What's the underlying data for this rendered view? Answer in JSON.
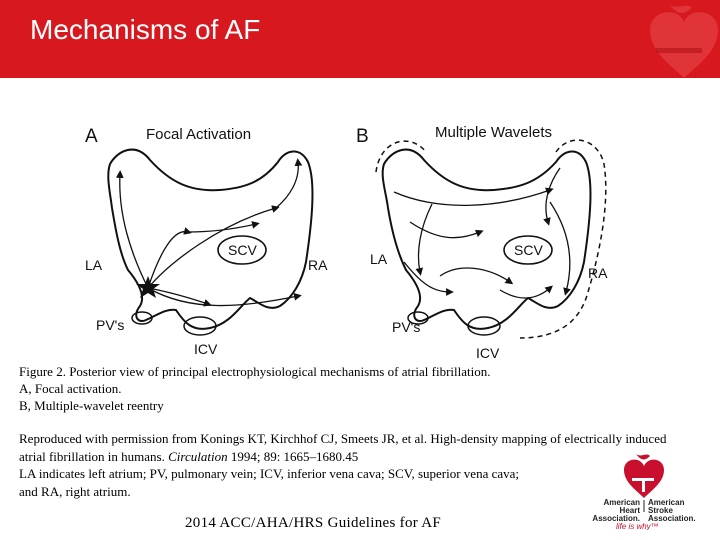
{
  "slide": {
    "title": "Mechanisms of AF",
    "footer": "2014  ACC/AHA/HRS Guidelines for AF"
  },
  "figure": {
    "panel_a": {
      "letter": "A",
      "title": "Focal Activation",
      "labels": {
        "la": "LA",
        "ra": "RA",
        "scv": "SCV",
        "pvs": "PV's",
        "icv": "ICV"
      }
    },
    "panel_b": {
      "letter": "B",
      "title": "Multiple Wavelets",
      "labels": {
        "la": "LA",
        "ra": "RA",
        "scv": "SCV",
        "pvs": "PV's",
        "icv": "ICV"
      }
    }
  },
  "caption": {
    "line1": "Figure 2. Posterior view of principal electrophysiological mechanisms of atrial fibrillation.",
    "line2": "A, Focal activation.",
    "line3": "B, Multiple-wavelet reentry"
  },
  "credit": {
    "part1": "Reproduced with permission from Konings KT, Kirchhof CJ, Smeets JR, et al. High-density mapping of electrically induced atrial fibrillation in humans. ",
    "journal": "Circulation",
    "part2": " 1994; 89: 1665–1680.45",
    "line2": "LA indicates left atrium; PV, pulmonary vein; ICV, inferior vena cava; SCV, superior vena cava;",
    "line3": "and RA, right atrium."
  },
  "logo": {
    "left_line1": "American",
    "left_line2": "Heart",
    "left_line3": "Association.",
    "right_line1": "American",
    "right_line2": "Stroke",
    "right_line3": "Association.",
    "tagline": "life is why™"
  },
  "colors": {
    "header_red": "#d7191f",
    "logo_red": "#c8102e"
  }
}
